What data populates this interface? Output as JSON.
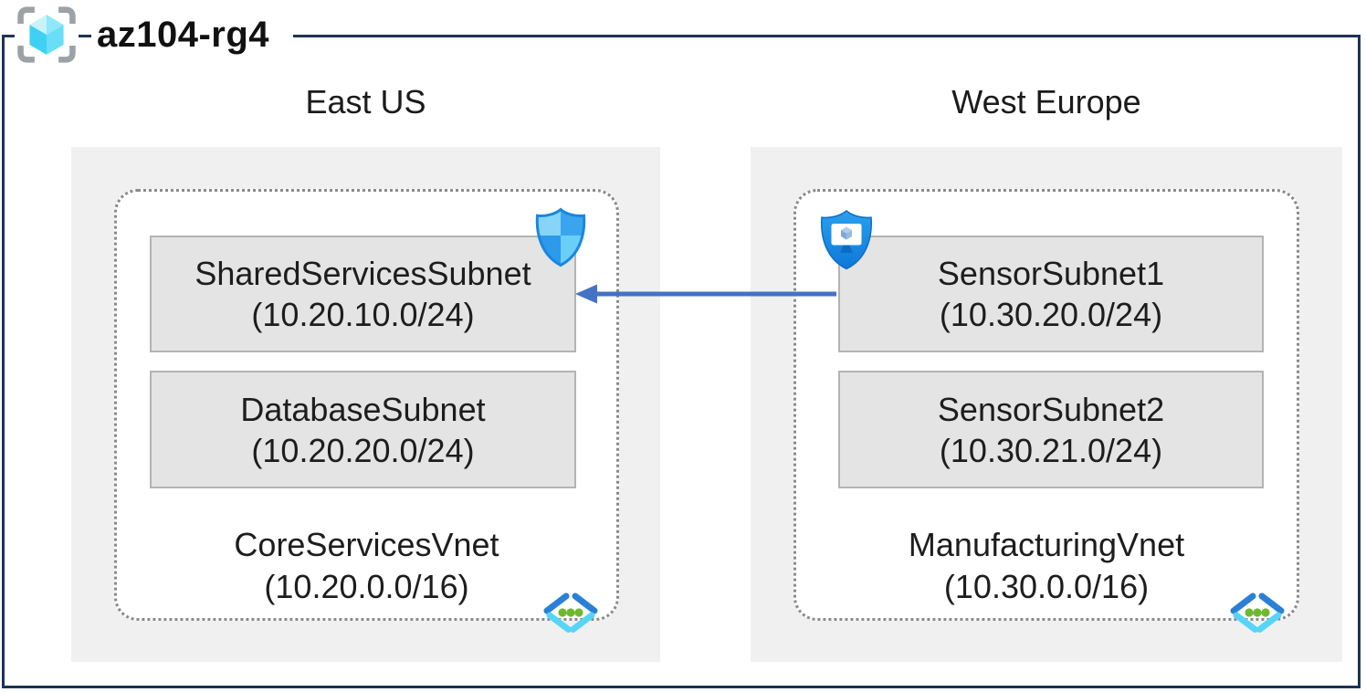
{
  "resource_group": {
    "name": "az104-rg4"
  },
  "regions": [
    {
      "name": "East US",
      "vnet": {
        "name": "CoreServicesVnet",
        "cidr": "(10.20.0.0/16)"
      },
      "subnets": [
        {
          "name": "SharedServicesSubnet",
          "cidr": "(10.20.10.0/24)"
        },
        {
          "name": "DatabaseSubnet",
          "cidr": "(10.20.20.0/24)"
        }
      ]
    },
    {
      "name": "West Europe",
      "vnet": {
        "name": "ManufacturingVnet",
        "cidr": "(10.30.0.0/16)"
      },
      "subnets": [
        {
          "name": "SensorSubnet1",
          "cidr": "(10.30.20.0/24)"
        },
        {
          "name": "SensorSubnet2",
          "cidr": "(10.30.21.0/24)"
        }
      ]
    }
  ],
  "icons": {
    "resource_group": "resource-group-brackets-cube-icon",
    "east_badge": "network-security-group-shield-icon",
    "west_badge": "application-security-group-shield-icon",
    "vnet_corner": "virtual-network-chevrons-icon"
  },
  "connection": {
    "from": "SensorSubnet1",
    "to": "SharedServicesSubnet",
    "direction": "right-to-left",
    "color": "#4472c4"
  },
  "colors": {
    "outer_border": "#1e3354",
    "region_fill": "#f0f0f0",
    "subnet_fill": "#e4e4e4",
    "dotted_border": "#8a8a8a",
    "arrow": "#4472c4"
  }
}
